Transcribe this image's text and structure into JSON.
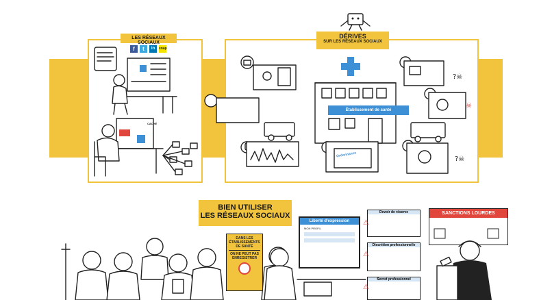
{
  "scene": {
    "reseaux_title": "LES RÉSEAUX SOCIAUX",
    "derives_title_line1": "DÉRIVES",
    "derives_title_line2": "SUR LES RÉSEAUX SOCIAUX",
    "etablissement_label": "Établissement de santé",
    "bien_utiliser_line1": "BIEN UTILISER",
    "bien_utiliser_line2": "LES RÉSEAUX SOCIAUX",
    "liberte_title": "Liberté d'expression",
    "sign_line1": "DANS LES",
    "sign_line2": "ÉTABLISSEMENTS",
    "sign_line3": "DE SANTÉ",
    "sign_line4": "ON NE PEUT PAS",
    "sign_line5": "ENREGISTRER",
    "devoir_label": "Devoir de réserve",
    "discretion_label": "Discrétion professionnelle",
    "secret_label": "Secret professionnel",
    "sanctions_label": "SANCTIONS LOURDES",
    "mon_profil": "MON PROFIL",
    "cache_label": "CACHÉ",
    "ordonnance_label": "Ordonnance",
    "social_icons": [
      "f",
      "t",
      "in",
      "snap"
    ]
  },
  "colors": {
    "accent_yellow": "#f2c43d",
    "ink": "#222222",
    "hospital_blue": "#3d8fd6",
    "sanction_red": "#e0463c"
  }
}
